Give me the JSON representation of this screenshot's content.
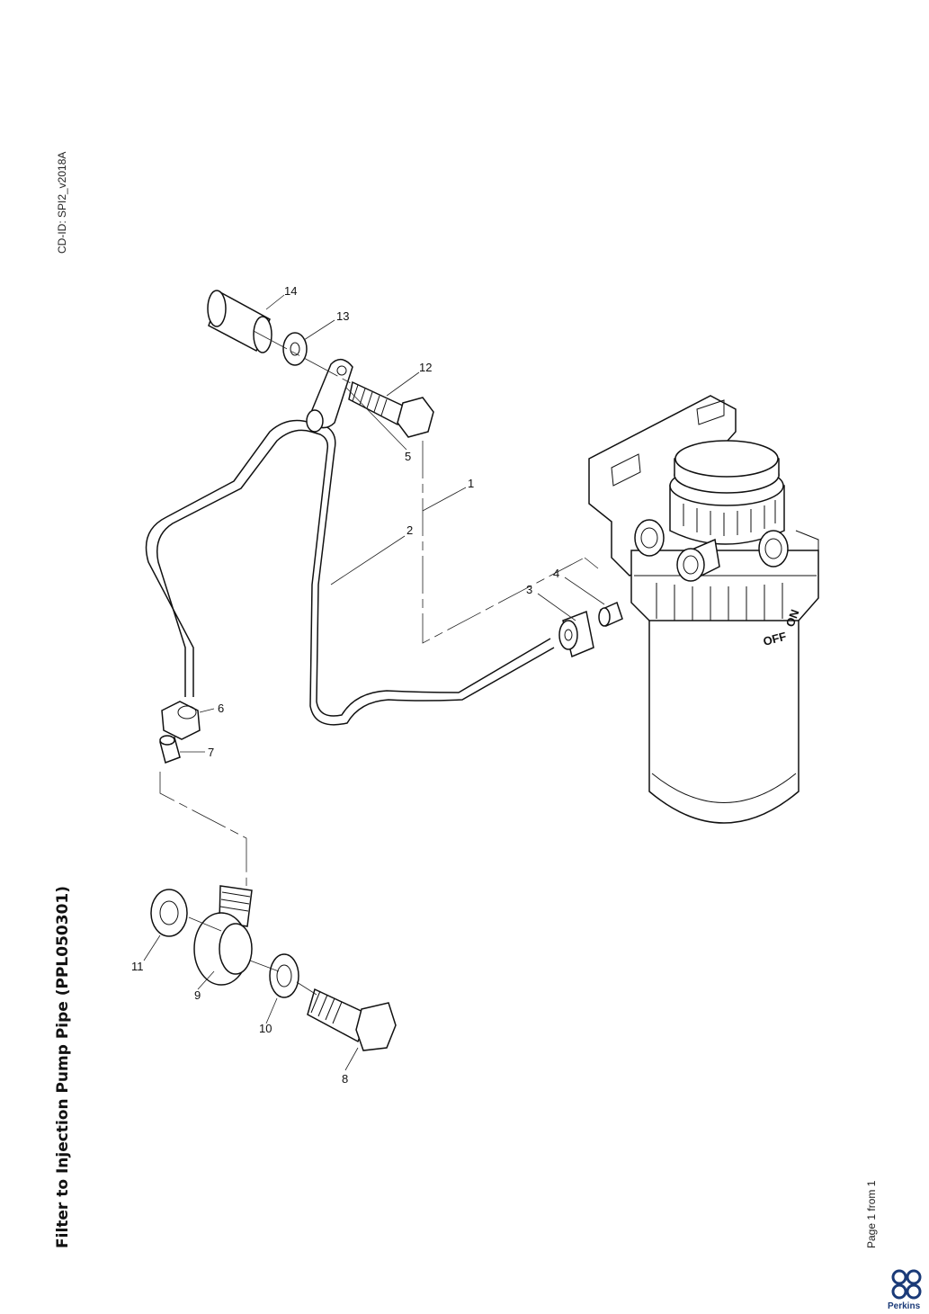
{
  "document": {
    "title": "Filter to Injection Pump Pipe (PPL050301)",
    "cd_id": "CD-ID: SPI2_v2018A",
    "page_label": "Page 1 from 1",
    "brand": "Perkins",
    "brand_color": "#1a3a78"
  },
  "diagram": {
    "callouts": [
      "1",
      "2",
      "3",
      "4",
      "5",
      "6",
      "7",
      "8",
      "9",
      "10",
      "11",
      "12",
      "13",
      "14"
    ],
    "filter_labels": {
      "off": "OFF",
      "on": "ON"
    }
  }
}
